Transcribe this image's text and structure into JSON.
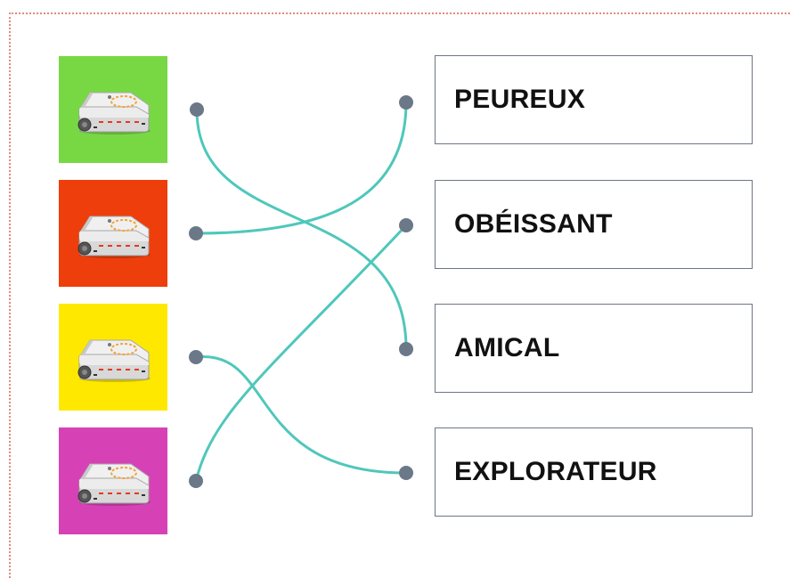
{
  "colors": {
    "line": "#4fc7bb",
    "dot": "#6b7888",
    "frame": "#e28a7c",
    "box_border": "#6c7685"
  },
  "robots": [
    {
      "color": "#77d844",
      "icon": "thymio-robot-icon"
    },
    {
      "color": "#ee3e0b",
      "icon": "thymio-robot-icon"
    },
    {
      "color": "#fee800",
      "icon": "thymio-robot-icon"
    },
    {
      "color": "#d741b6",
      "icon": "thymio-robot-icon"
    }
  ],
  "labels": [
    "PEUREUX",
    "OBÉISSANT",
    "AMICAL",
    "EXPLORATEUR"
  ],
  "connections": [
    {
      "robot": 1,
      "label": 3
    },
    {
      "robot": 2,
      "label": 1
    },
    {
      "robot": 3,
      "label": 4
    },
    {
      "robot": 4,
      "label": 2
    }
  ]
}
